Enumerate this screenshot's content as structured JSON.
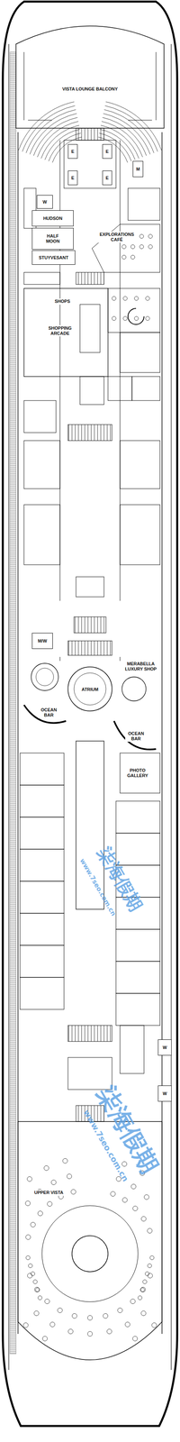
{
  "diagram": {
    "nodes": [
      {
        "text": [
          "E"
        ]
      },
      {
        "text": [
          "E"
        ]
      },
      {
        "text": [
          "M"
        ]
      },
      {
        "text": [
          "E"
        ]
      },
      {
        "text": [
          "E"
        ]
      },
      {
        "text": [
          "W"
        ]
      },
      {
        "text": [
          "HUDSON"
        ]
      },
      {
        "text": [
          "HALF MOON"
        ]
      },
      {
        "text": [
          "STUYVESANT"
        ]
      },
      {
        "text": [
          "M/W"
        ]
      },
      {
        "text": [
          "W"
        ]
      },
      {
        "text": [
          "W"
        ]
      }
    ],
    "labels": [
      "VISTA LOUNGE BALCONY",
      "EXPLORATIONS CAFÉ",
      "SHOPS",
      "SHOPPING ARCADE",
      "OCEAN BAR",
      "ATRIUM",
      "MERABELLA LUXURY SHOP",
      "OCEAN BAR",
      "PHOTO GALLERY",
      "UPPER VISTA",
      "柒海假期",
      "www.7seo.com.cn",
      "柒海假期",
      "www.7seo.com.cn"
    ]
  }
}
